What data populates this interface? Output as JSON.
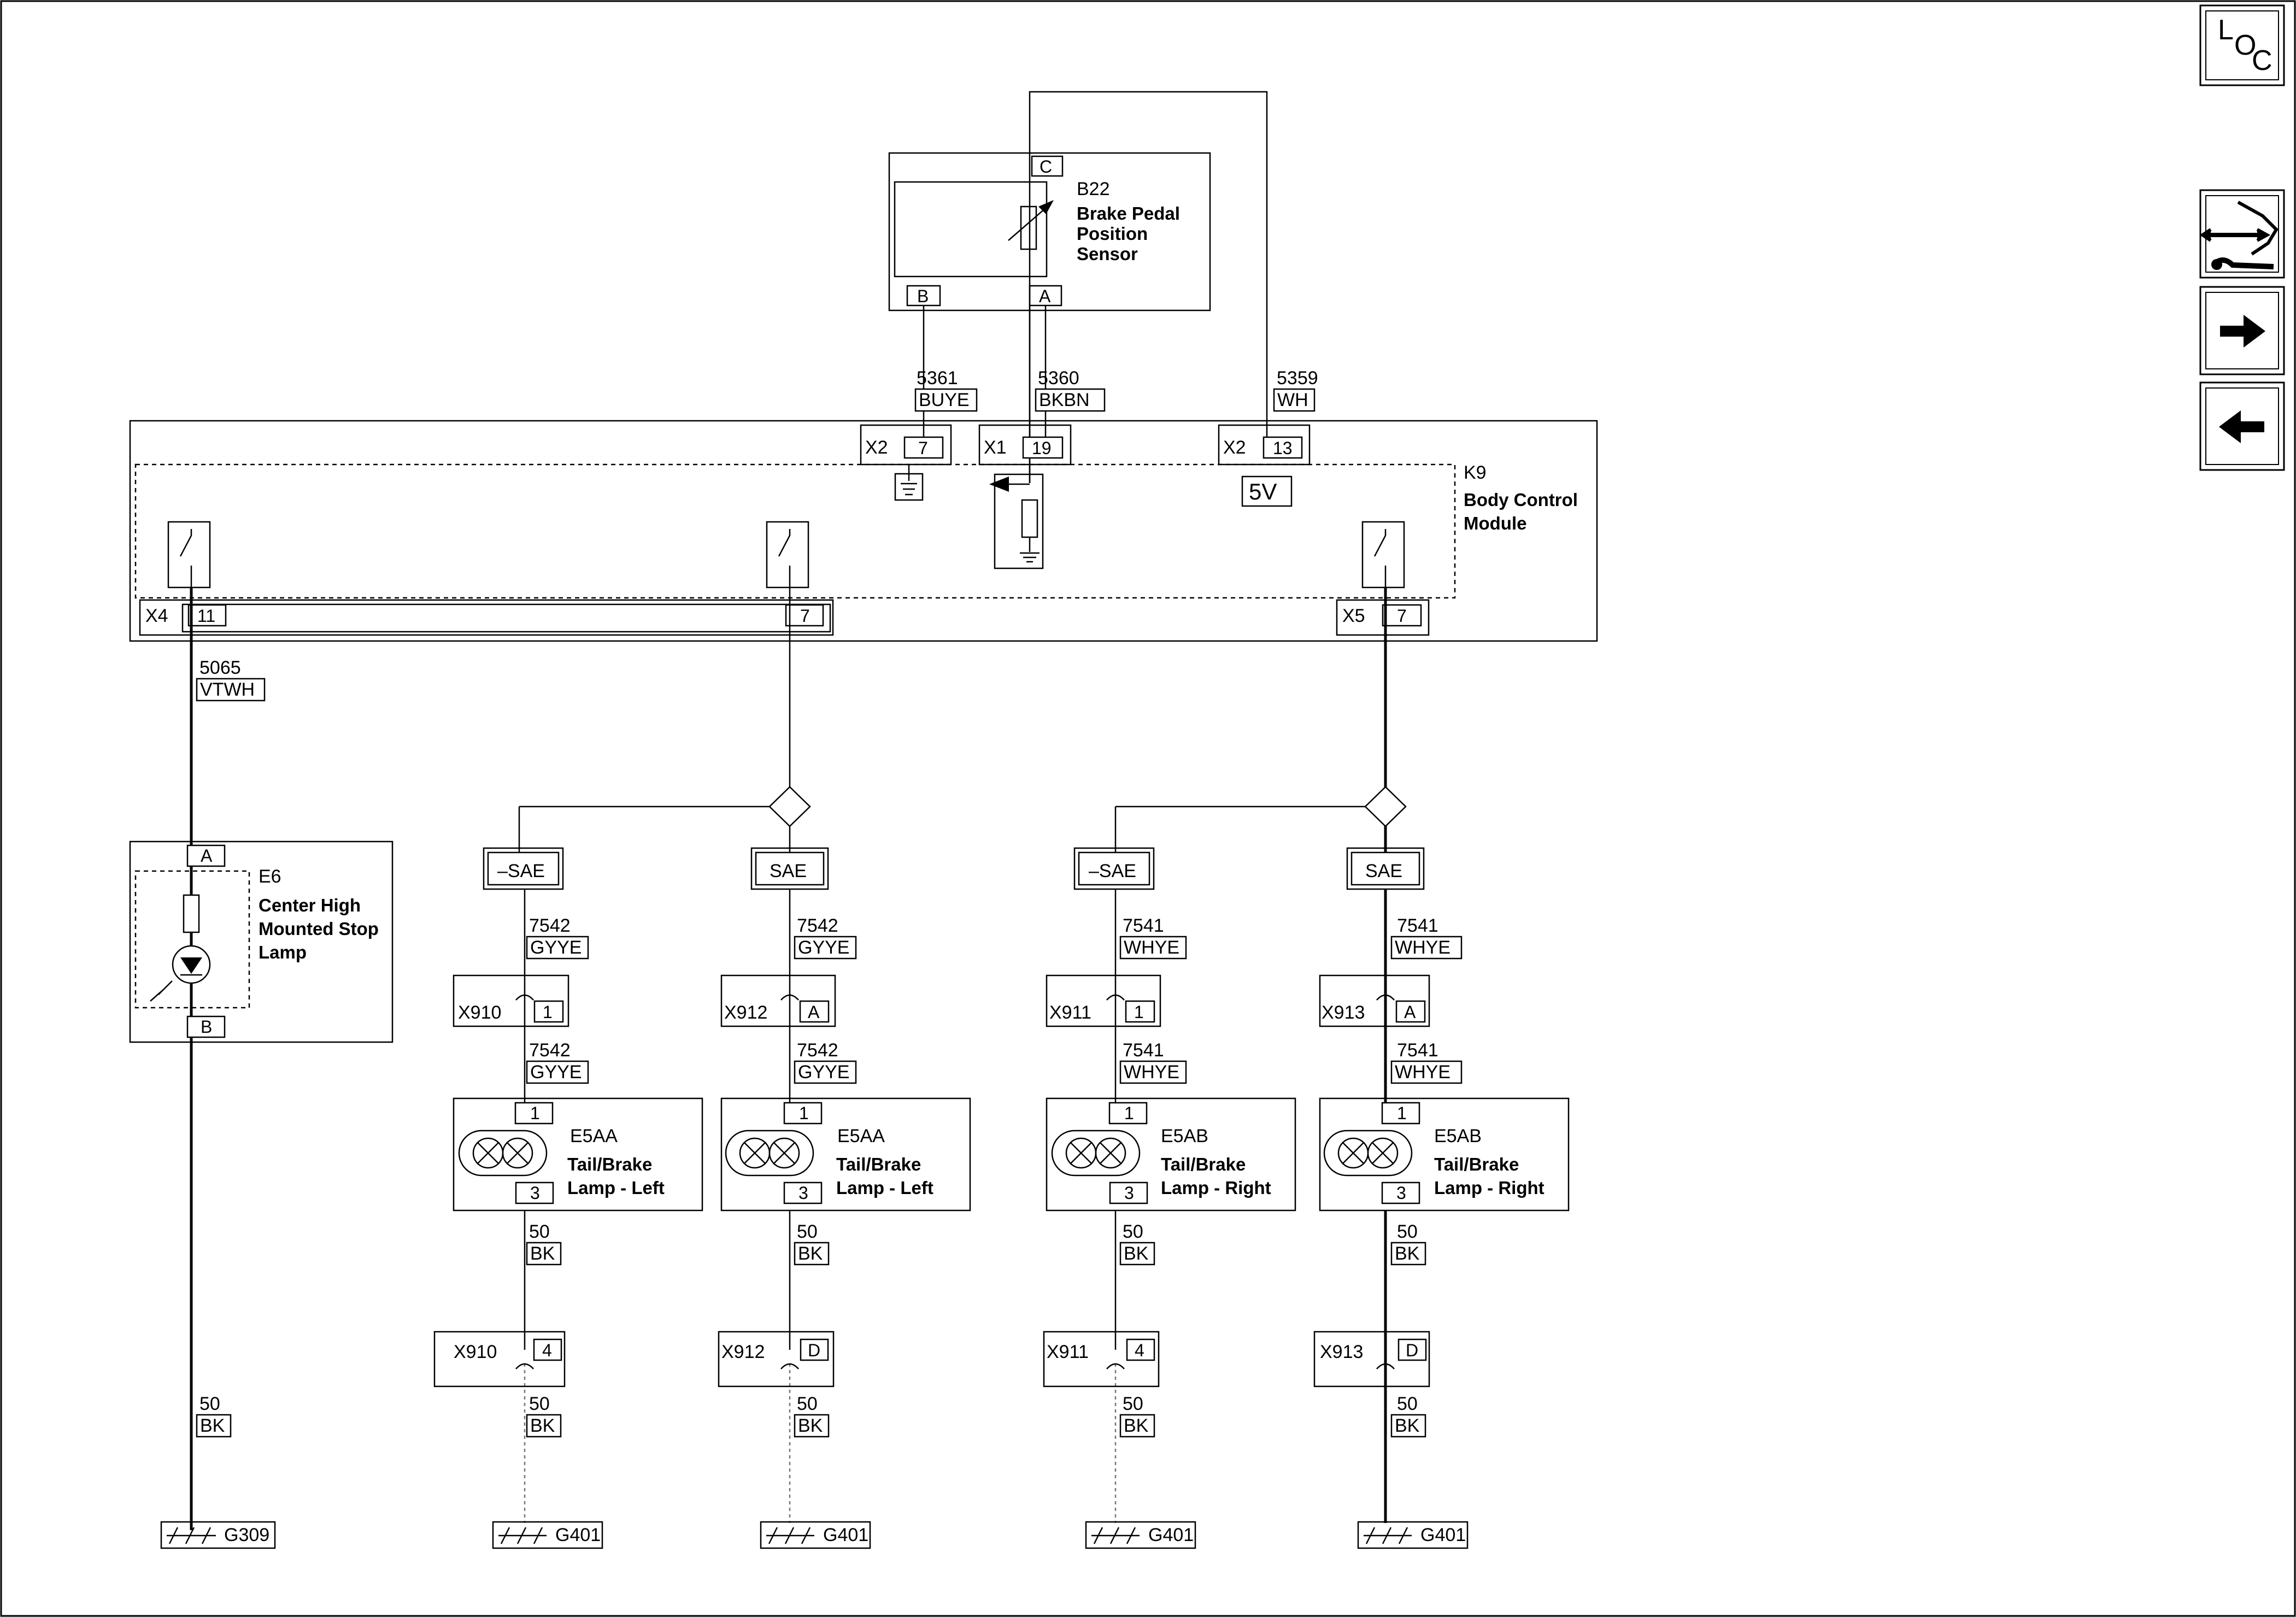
{
  "nav": {
    "loc_l": "L",
    "loc_o": "O",
    "loc_c": "C",
    "icons": [
      "repair-location-icon",
      "next-arrow-icon",
      "previous-arrow-icon"
    ]
  },
  "b22": {
    "id": "B22",
    "name_line1": "Brake Pedal",
    "name_line2": "Position",
    "name_line3": "Sensor",
    "pin_c": "C",
    "pin_b": "B",
    "pin_a": "A"
  },
  "wires_top": {
    "w5361_num": "5361",
    "w5361_color": "BUYE",
    "w5360_num": "5360",
    "w5360_color": "BKBN",
    "w5359_num": "5359",
    "w5359_color": "WH"
  },
  "k9": {
    "id": "K9",
    "name_line1": "Body Control",
    "name_line2": "Module",
    "x2a_conn": "X2",
    "x2a_pin": "7",
    "x1_conn": "X1",
    "x1_pin": "19",
    "x2b_conn": "X2",
    "x2b_pin": "13",
    "v_ref": "5V",
    "x4_conn": "X4",
    "x4_pin_a": "11",
    "x4_pin_b": "7",
    "x5_conn": "X5",
    "x5_pin": "7"
  },
  "wire_5065": {
    "num": "5065",
    "color": "VTWH"
  },
  "e6": {
    "id": "E6",
    "name_line1": "Center High",
    "name_line2": "Mounted Stop",
    "name_line3": "Lamp",
    "pin_a": "A",
    "pin_b": "B",
    "gnd_wire_num": "50",
    "gnd_wire_color": "BK",
    "ground": "G309"
  },
  "branches": [
    {
      "option": "–SAE",
      "wire_num": "7542",
      "wire_color": "GYYE",
      "inline_conn": "X910",
      "inline_pin": "1",
      "wire2_num": "7542",
      "wire2_color": "GYYE",
      "lamp_pin_top": "1",
      "lamp_pin_bot": "3",
      "lamp_id": "E5AA",
      "lamp_line1": "Tail/Brake",
      "lamp_line2": "Lamp - Left",
      "gnd1_num": "50",
      "gnd1_color": "BK",
      "gnd_conn": "X910",
      "gnd_pin": "4",
      "gnd2_num": "50",
      "gnd2_color": "BK",
      "ground": "G401"
    },
    {
      "option": "SAE",
      "wire_num": "7542",
      "wire_color": "GYYE",
      "inline_conn": "X912",
      "inline_pin": "A",
      "wire2_num": "7542",
      "wire2_color": "GYYE",
      "lamp_pin_top": "1",
      "lamp_pin_bot": "3",
      "lamp_id": "E5AA",
      "lamp_line1": "Tail/Brake",
      "lamp_line2": "Lamp - Left",
      "gnd1_num": "50",
      "gnd1_color": "BK",
      "gnd_conn": "X912",
      "gnd_pin": "D",
      "gnd2_num": "50",
      "gnd2_color": "BK",
      "ground": "G401"
    },
    {
      "option": "–SAE",
      "wire_num": "7541",
      "wire_color": "WHYE",
      "inline_conn": "X911",
      "inline_pin": "1",
      "wire2_num": "7541",
      "wire2_color": "WHYE",
      "lamp_pin_top": "1",
      "lamp_pin_bot": "3",
      "lamp_id": "E5AB",
      "lamp_line1": "Tail/Brake",
      "lamp_line2": "Lamp - Right",
      "gnd1_num": "50",
      "gnd1_color": "BK",
      "gnd_conn": "X911",
      "gnd_pin": "4",
      "gnd2_num": "50",
      "gnd2_color": "BK",
      "ground": "G401"
    },
    {
      "option": "SAE",
      "wire_num": "7541",
      "wire_color": "WHYE",
      "inline_conn": "X913",
      "inline_pin": "A",
      "wire2_num": "7541",
      "wire2_color": "WHYE",
      "lamp_pin_top": "1",
      "lamp_pin_bot": "3",
      "lamp_id": "E5AB",
      "lamp_line1": "Tail/Brake",
      "lamp_line2": "Lamp - Right",
      "gnd1_num": "50",
      "gnd1_color": "BK",
      "gnd_conn": "X913",
      "gnd_pin": "D",
      "gnd2_num": "50",
      "gnd2_color": "BK",
      "ground": "G401"
    }
  ]
}
